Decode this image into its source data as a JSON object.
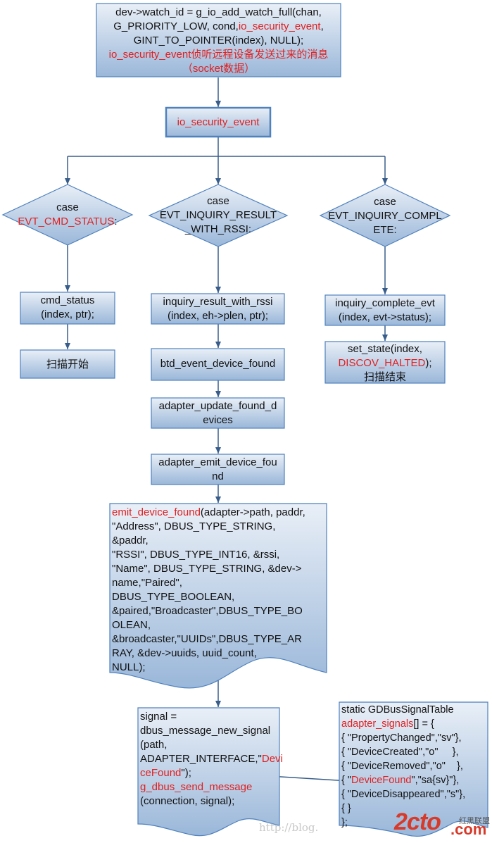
{
  "nodes": {
    "top": {
      "line1": "dev->watch_id = g_io_add_watch_full(chan,",
      "line2_a": "G_PRIORITY_LOW, cond,",
      "line2_b": "io_security_event",
      "line2_c": ",",
      "line3": "GINT_TO_POINTER(index), NULL);",
      "line4": "io_security_event侦听远程设备发送过来的消息",
      "line5": "（socket数据）"
    },
    "io_security_event": "io_security_event",
    "case_left": {
      "line1": "case",
      "line2": "EVT_CMD_STATUS",
      "line2_suffix": ":"
    },
    "case_mid": {
      "line1": "case",
      "line2": "EVT_INQUIRY_RESULT",
      "line3": "_WITH_RSSI:"
    },
    "case_right": {
      "line1": "case",
      "line2": "EVT_INQUIRY_COMPL",
      "line3": "ETE:"
    },
    "cmd_status": {
      "line1": "cmd_status",
      "line2": "(index, ptr);"
    },
    "scan_start": "扫描开始",
    "inquiry_result": {
      "line1": "inquiry_result_with_rssi",
      "line2": "(index, eh->plen, ptr);"
    },
    "btd_event": "btd_event_device_found",
    "adapter_update": {
      "line1": "adapter_update_found_d",
      "line2": "evices"
    },
    "adapter_emit": {
      "line1": "adapter_emit_device_fou",
      "line2": "nd"
    },
    "inquiry_complete": {
      "line1": "inquiry_complete_evt",
      "line2": "(index, evt->status);"
    },
    "set_state": {
      "line1": "set_state(index,",
      "line2_red": "DISCOV_HALTED",
      "line2_suffix": ");",
      "line3": "扫描结束"
    },
    "emit_doc": {
      "line1_red": "emit_device_found",
      "line1_rest": "(adapter->path, paddr,",
      "lines": [
        "\"Address\", DBUS_TYPE_STRING,",
        "&paddr,",
        "\"RSSI\", DBUS_TYPE_INT16, &rssi,",
        "\"Name\", DBUS_TYPE_STRING, &dev->",
        "name,\"Paired\",",
        "DBUS_TYPE_BOOLEAN,",
        "&paired,\"Broadcaster\",DBUS_TYPE_BO",
        "OLEAN,",
        "&broadcaster,\"UUIDs\",DBUS_TYPE_AR",
        "RAY, &dev->uuids, uuid_count,",
        "NULL);"
      ]
    },
    "signal_doc": {
      "line1": "signal =",
      "line2": "dbus_message_new_signal",
      "line3": "(path,",
      "line4_a": "ADAPTER_INTERFACE,\"",
      "line4_red": "Devi",
      "line5_red": "ceFound",
      "line5_rest": "\");",
      "line6_red": "g_dbus_send_message",
      "line7": "(connection, signal);"
    },
    "signal_table": {
      "line1": "static GDBusSignalTable",
      "line2_red": "adapter_signals",
      "line2_rest": "[] = {",
      "line3": "{ \"PropertyChanged\",\"sv\"},",
      "line4": "{ \"DeviceCreated\",\"o\"     },",
      "line5": "{ \"DeviceRemoved\",\"o\"    },",
      "line6_a": "{ \"",
      "line6_red": "DeviceFound",
      "line6_b": "\",\"sa{sv}\"},",
      "line7": "{ \"DeviceDisappeared\",\"s\"},",
      "line8": "{ }",
      "line9": "};"
    }
  },
  "watermark": {
    "url": "http://blog.",
    "logo": "2cto",
    "logo_suffix": ".com",
    "tag": "红黑联盟"
  },
  "colors": {
    "box_top": "#dbe5f1",
    "box_bottom": "#95b3d7",
    "border": "#4f81bd",
    "arrow": "#385d8a",
    "red": "#e02020"
  }
}
